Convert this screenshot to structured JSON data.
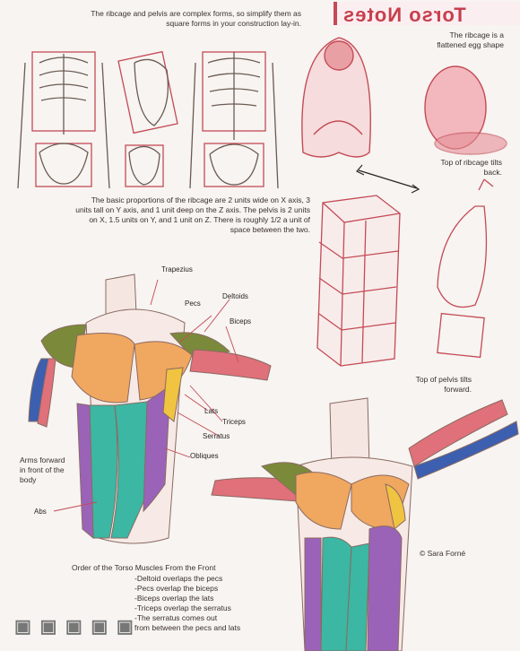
{
  "title": "Torso Notes",
  "paragraphs": {
    "ribcage_pelvis_intro": "The ribcage and pelvis are complex forms, so simplify them as square forms in your construction lay-in.",
    "ribcage_shape": "The ribcage is a flattened egg shape",
    "proportions": "The basic proportions of the ribcage are 2 units wide on X axis, 3 units tall on Y axis, and 1 unit deep on the Z axis. The pelvis is 2 units on X, 1.5 units on Y, and 1 unit on Z. There is roughly 1/2 a unit of space between the two.",
    "top_ribcage": "Top of ribcage tilts back.",
    "top_pelvis": "Top of pelvis tilts forward.",
    "arm_note": "Arms forward in front of the body",
    "order_heading": "Order of the Torso Muscles From the Front",
    "order_items": "-Deltoid overlaps the pecs\n-Pecs overlap the biceps\n-Biceps overlap the lats\n-Triceps overlap the serratus\n-The serratus comes out\nfrom between the pecs and lats",
    "credit": "© Sara Forné"
  },
  "muscle_labels": {
    "trapezius": "Trapezius",
    "deltoids": "Deltoids",
    "pecs": "Pecs",
    "biceps": "Biceps",
    "lats": "Lats",
    "triceps": "Triceps",
    "serratus": "Serratus",
    "obliques": "Obliques",
    "abs": "Abs"
  },
  "colors": {
    "accent_red": "#c44a55",
    "deltoid_green": "#7a8a3a",
    "pecs_orange": "#f0a760",
    "abs_teal": "#3bb7a3",
    "obliques_purple": "#9a63b8",
    "lats_blue": "#3c5fb0",
    "biceps_pink": "#e0707a",
    "serratus_yellow": "#f0c340"
  }
}
